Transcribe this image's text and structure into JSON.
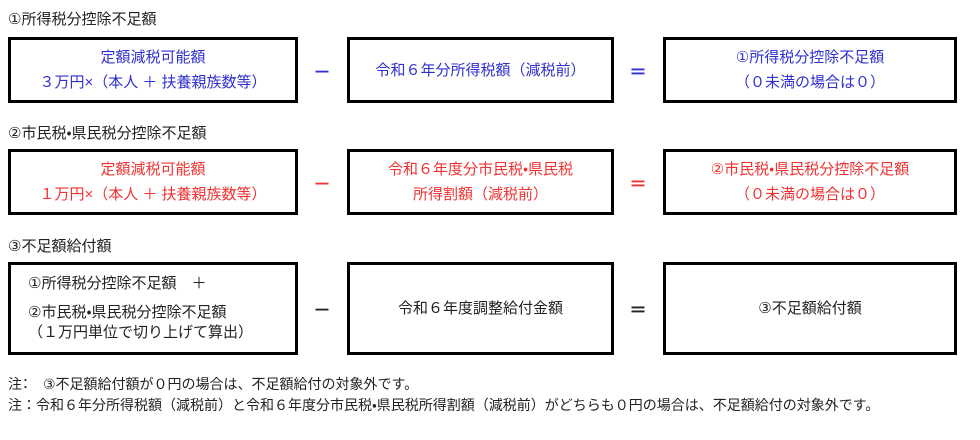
{
  "colors": {
    "row1": "#3030d0",
    "row2": "#f03232",
    "row3": "#222222",
    "border": "#000000",
    "background": "#ffffff"
  },
  "sections": [
    {
      "heading": "①所得税分控除不足額",
      "minus": "－",
      "equals": "＝",
      "box1": {
        "line1": "定額減税可能額",
        "line2": "３万円×（本人 ＋ 扶養親族数等）"
      },
      "box2": {
        "line1": "令和６年分所得税額（減税前）"
      },
      "box3": {
        "line1": "①所得税分控除不足額",
        "line2": "（０未満の場合は０）"
      }
    },
    {
      "heading": "②市民税・県民税分控除不足額",
      "minus": "－",
      "equals": "＝",
      "box1": {
        "line1": "定額減税可能額",
        "line2": "１万円×（本人 ＋ 扶養親族数等）"
      },
      "box2": {
        "line1": "令和６年度分市民税・県民税",
        "line2": "所得割額（減税前）"
      },
      "box3": {
        "line1": "②市民税・県民税分控除不足額",
        "line2": "（０未満の場合は０）"
      }
    },
    {
      "heading": "③不足額給付額",
      "minus": "－",
      "equals": "＝",
      "box1": {
        "line1": "①所得税分控除不足額　＋",
        "line2": "②市民税・県民税分控除不足額",
        "line3": "（１万円単位で切り上げて算出）"
      },
      "box2": {
        "line1": "令和６年度調整給付金額"
      },
      "box3": {
        "line1": "③不足額給付額"
      }
    }
  ],
  "notes": [
    "注：　③不足額給付額が０円の場合は、不足額給付の対象外です。",
    "注：令和６年分所得税額（減税前）と令和６年度分市民税・県民税所得割額（減税前）がどちらも０円の場合は、不足額給付の対象外です。"
  ]
}
